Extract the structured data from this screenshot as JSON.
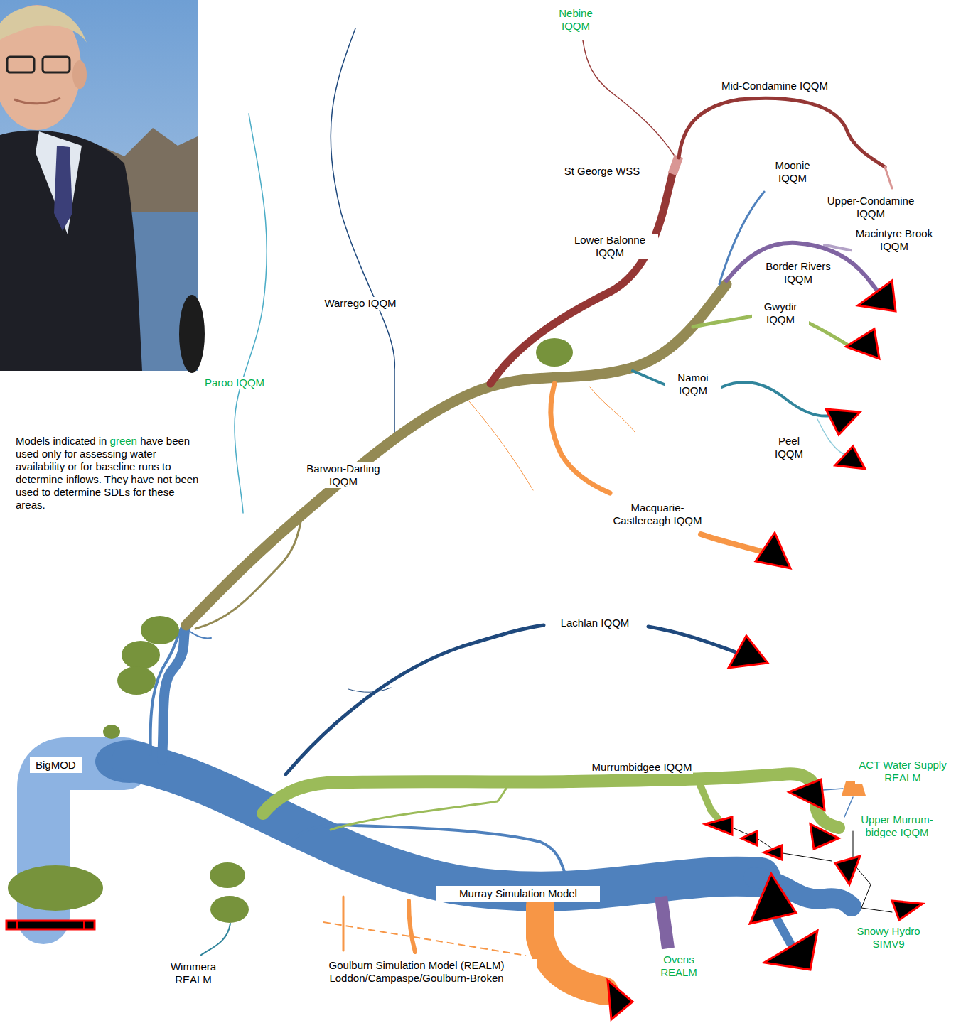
{
  "diagram": {
    "nodes": [
      {
        "text": [
          "BigMOD"
        ]
      },
      {
        "text": [
          "Murray Simulation Model"
        ]
      }
    ],
    "labels": [
      "Nebine IQQM",
      "Mid-Condamine IQQM",
      "St George WSS",
      "Moonie IQQM",
      "Upper-Condamine IQQM",
      "Macintyre Brook IQQM",
      "Lower Balonne IQQM",
      "Border Rivers IQQM",
      "Warrego IQQM",
      "Gwydir IQQM",
      "Namoi IQQM",
      "Paroo IQQM",
      "Peel IQQM",
      "Barwon-Darling IQQM",
      "Macquarie-Castlereagh IQQM",
      "Models indicated in green have been used only for assessing water availability or for baseline runs to determine inflows. They have not been used to determine SDLs for these areas.",
      "Lachlan IQQM",
      "Murrumbidgee IQQM",
      "ACT Water Supply REALM",
      "Upper Murrum- bidgee IQQM",
      "Snowy Hydro SIMV9",
      "Wimmera REALM",
      "Goulburn Simulation Model (REALM) Loddon/Campaspe/Goulburn-Broken",
      "Ovens REALM"
    ]
  }
}
